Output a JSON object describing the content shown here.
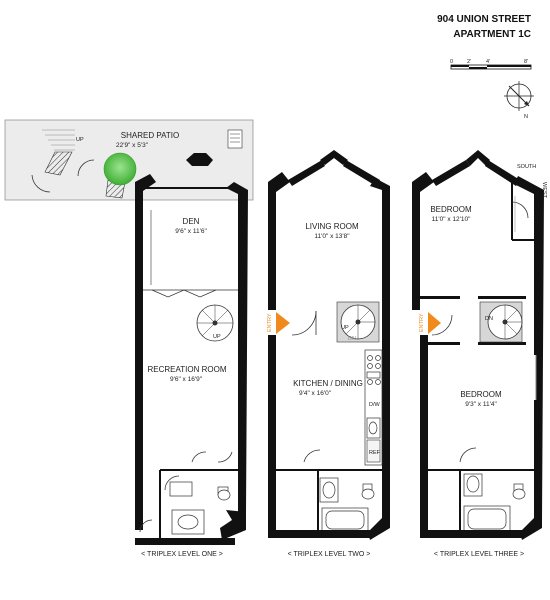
{
  "header": {
    "line1": "904 UNION STREET",
    "line2": "APARTMENT 1C"
  },
  "scale": {
    "labels": [
      "0",
      "2'",
      "4'",
      "8'"
    ]
  },
  "compass": {
    "label": "N"
  },
  "levels": [
    {
      "label": "< TRIPLEX LEVEL ONE >",
      "rooms": [
        {
          "name": "SHARED PATIO",
          "dim": "22'9\" x 5'3\""
        },
        {
          "name": "DEN",
          "dim": "9'6\" x 11'6\""
        },
        {
          "name": "RECREATION ROOM",
          "dim": "9'6\" x 16'9\""
        }
      ],
      "marks": {
        "patio_up": "UP",
        "stair_up": "UP"
      }
    },
    {
      "label": "< TRIPLEX LEVEL TWO >",
      "rooms": [
        {
          "name": "LIVING ROOM",
          "dim": "11'0\" x 13'8\""
        },
        {
          "name": "KITCHEN / DINING",
          "dim": "9'4\" x 16'0\""
        }
      ],
      "marks": {
        "entry": "ENTRY",
        "up": "UP",
        "dn": "DN",
        "dw": "D/W",
        "ref": "REF"
      }
    },
    {
      "label": "< TRIPLEX LEVEL THREE >",
      "rooms": [
        {
          "name": "BEDROOM",
          "dim": "11'0\" x 12'10\""
        },
        {
          "name": "BEDROOM",
          "dim": "9'3\" x 11'4\""
        }
      ],
      "marks": {
        "entry": "ENTRY",
        "dn": "DN",
        "south": "SOUTH",
        "west": "WEST"
      }
    }
  ],
  "colors": {
    "wall": "#111111",
    "entry": "#f08a1c",
    "tree": "#55c24a",
    "patio": "#ececec"
  }
}
